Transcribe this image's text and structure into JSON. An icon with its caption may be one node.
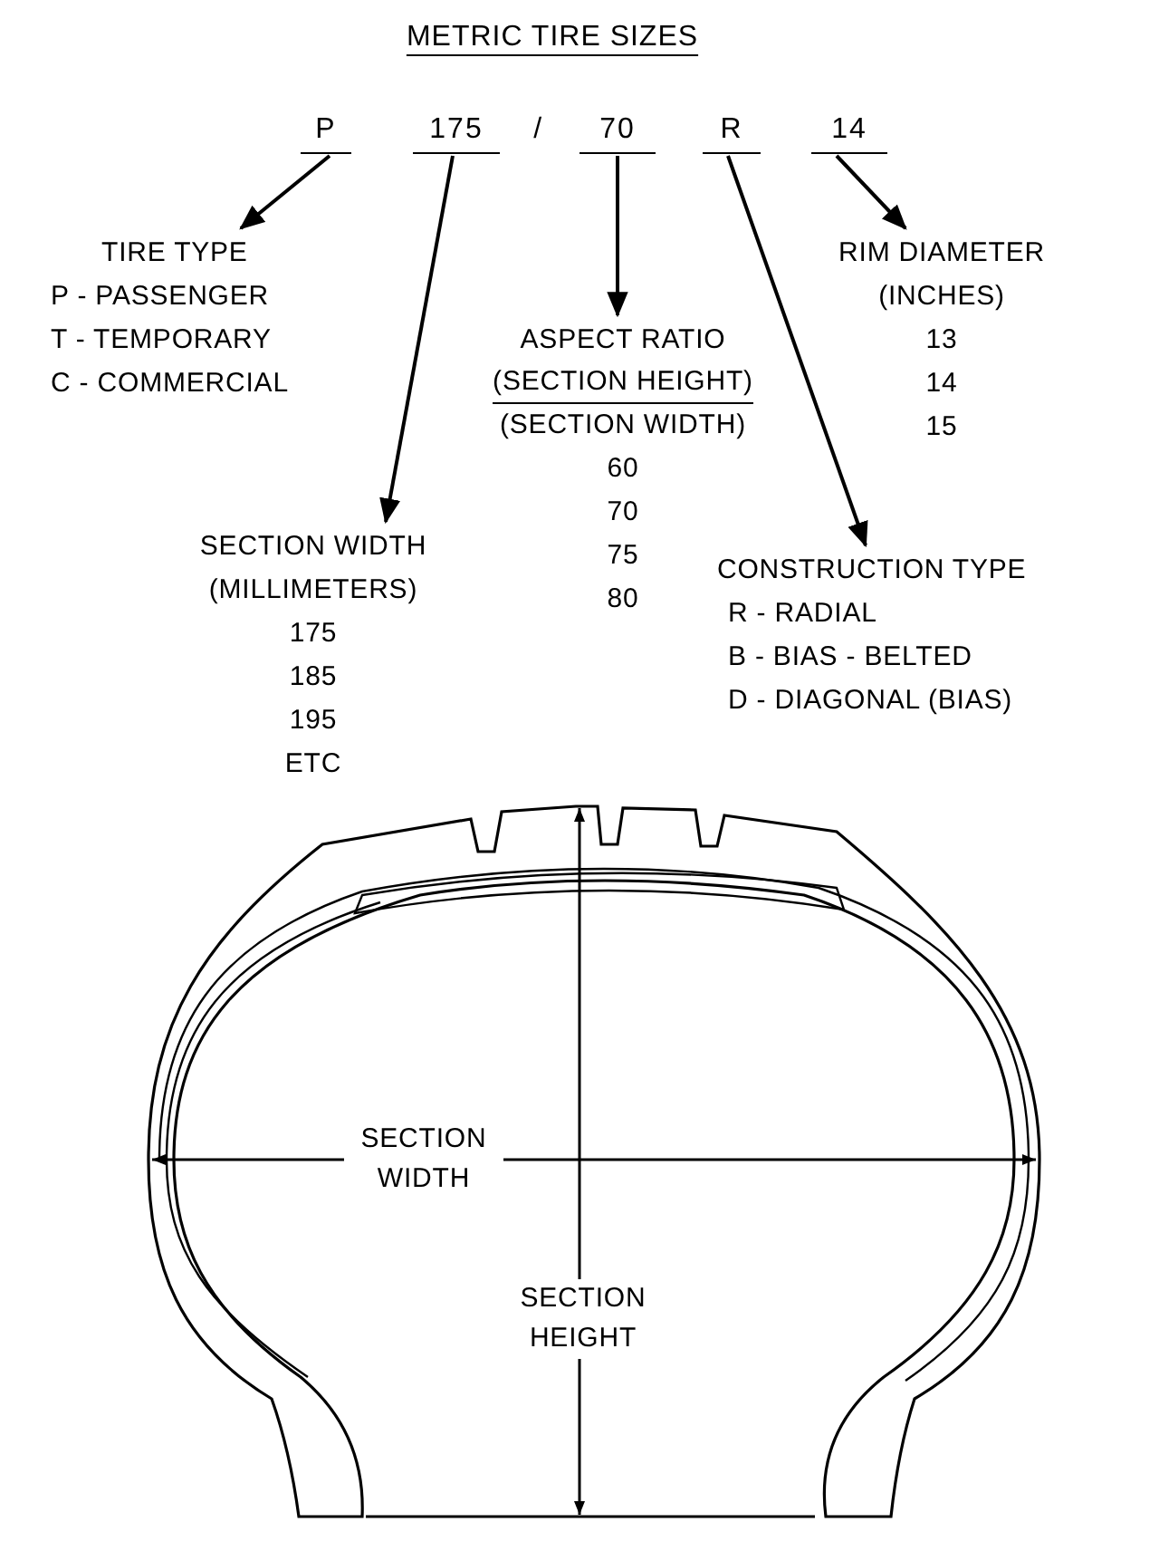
{
  "diagram": {
    "title": "METRIC TIRE SIZES",
    "nodes": [
      {
        "text": [
          "P"
        ]
      },
      {
        "text": [
          "175"
        ]
      },
      {
        "text": [
          "70"
        ]
      },
      {
        "text": [
          "R"
        ]
      },
      {
        "text": [
          "14"
        ]
      },
      {
        "text": [
          "TIRE TYPE",
          "P - PASSENGER",
          "T - TEMPORARY",
          "C - COMMERCIAL"
        ]
      },
      {
        "text": [
          "SECTION WIDTH (MILLIMETERS)",
          "175",
          "185",
          "195",
          "ETC"
        ]
      },
      {
        "text": [
          "ASPECT RATIO",
          "(SECTION HEIGHT)",
          "(SECTION WIDTH)",
          "60",
          "70",
          "75",
          "80"
        ]
      },
      {
        "text": [
          "CONSTRUCTION TYPE",
          "R - RADIAL",
          "B - BIAS - BELTED",
          "D - DIAGONAL (BIAS)"
        ]
      },
      {
        "text": [
          "RIM DIAMETER",
          "(INCHES)",
          "13",
          "14",
          "15"
        ]
      }
    ],
    "edges": [
      {
        "from": 0,
        "to": 5,
        "arrow": "to"
      },
      {
        "from": 1,
        "to": 6,
        "arrow": "to"
      },
      {
        "from": 2,
        "to": 7,
        "arrow": "to"
      },
      {
        "from": 3,
        "to": 8,
        "arrow": "to"
      },
      {
        "from": 4,
        "to": 9,
        "arrow": "to"
      }
    ],
    "labels": [
      "/",
      "SECTION WIDTH",
      "SECTION HEIGHT"
    ]
  }
}
